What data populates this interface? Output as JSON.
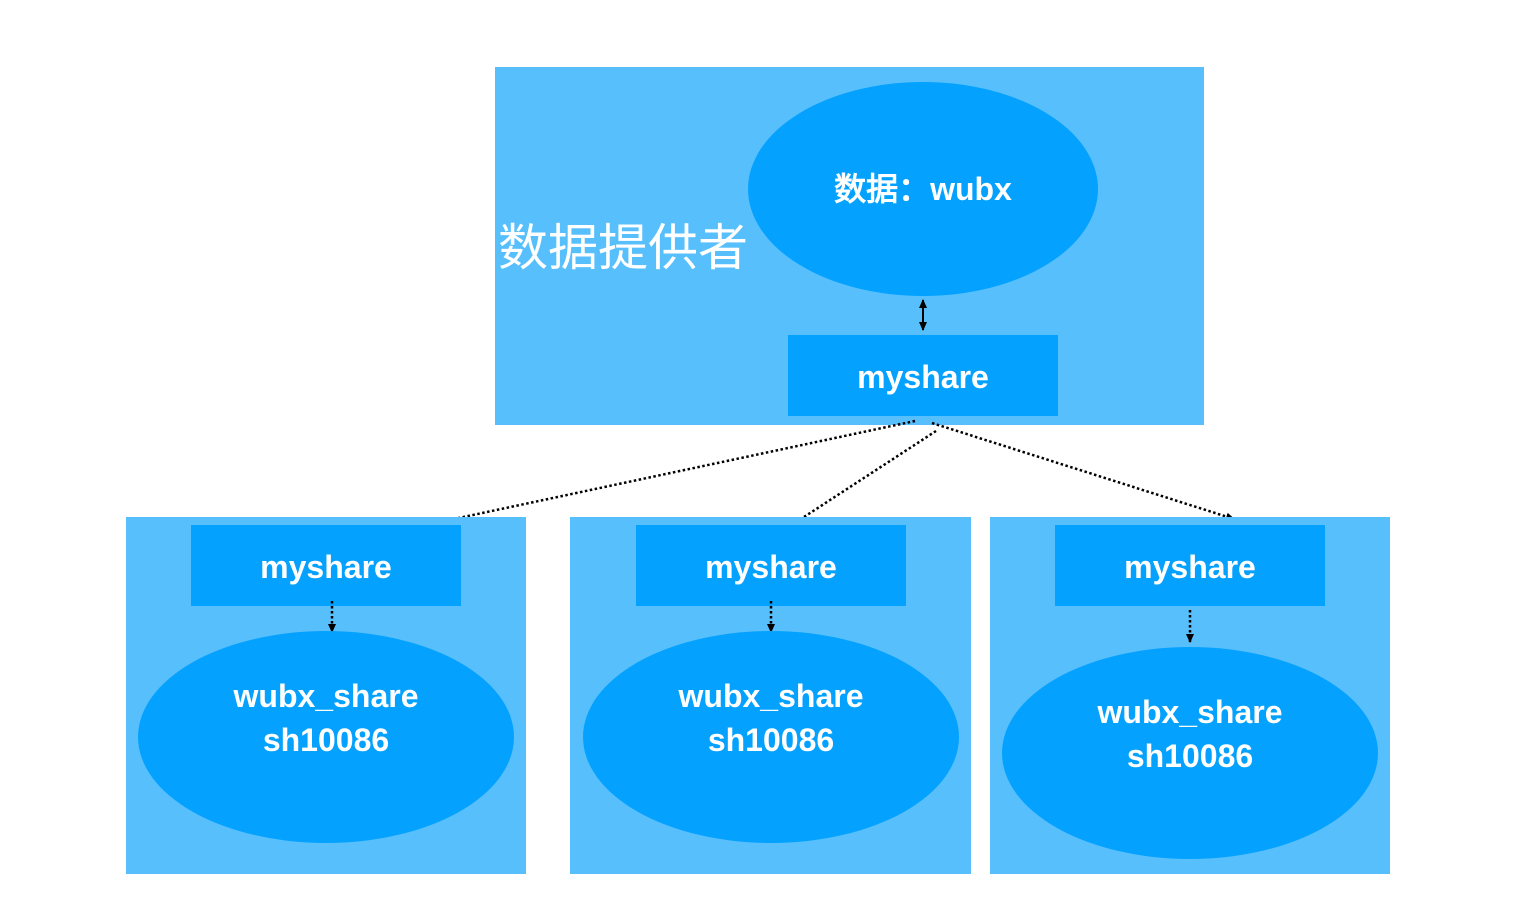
{
  "colors": {
    "panel": "#58bffd",
    "node": "#04a2fe",
    "text": "#ffffff",
    "arrow": "#000000",
    "background": "#ffffff"
  },
  "provider": {
    "title": "数据提供者",
    "data_node": "数据：wubx",
    "share_node": "myshare"
  },
  "consumers": [
    {
      "share_node": "myshare",
      "db_line1": "wubx_share",
      "db_line2": "sh10086"
    },
    {
      "share_node": "myshare",
      "db_line1": "wubx_share",
      "db_line2": "sh10086"
    },
    {
      "share_node": "myshare",
      "db_line1": "wubx_share",
      "db_line2": "sh10086"
    }
  ],
  "edges": [
    {
      "from": "provider.data_node",
      "to": "provider.share_node",
      "style": "solid",
      "direction": "both"
    },
    {
      "from": "provider.share_node",
      "to": "consumers.0.share_node",
      "style": "dotted",
      "direction": "forward"
    },
    {
      "from": "provider.share_node",
      "to": "consumers.1.share_node",
      "style": "dotted",
      "direction": "forward"
    },
    {
      "from": "provider.share_node",
      "to": "consumers.2.share_node",
      "style": "dotted",
      "direction": "forward"
    },
    {
      "from": "consumers.0.share_node",
      "to": "consumers.0.db",
      "style": "dotted",
      "direction": "forward"
    },
    {
      "from": "consumers.1.share_node",
      "to": "consumers.1.db",
      "style": "dotted",
      "direction": "forward"
    },
    {
      "from": "consumers.2.share_node",
      "to": "consumers.2.db",
      "style": "dotted",
      "direction": "forward"
    }
  ]
}
